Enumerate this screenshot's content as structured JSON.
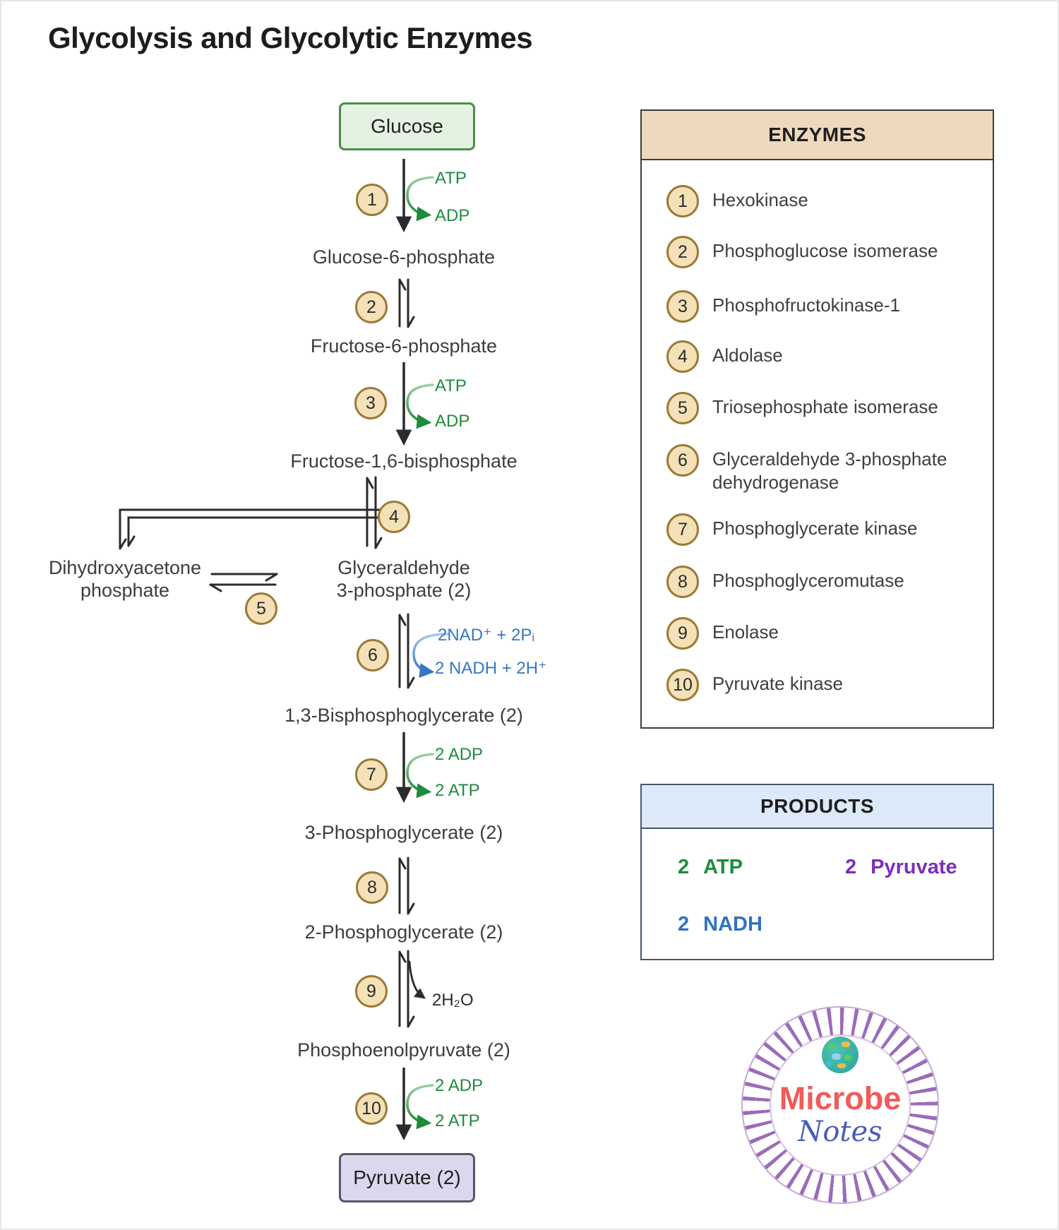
{
  "title": "Glycolysis and Glycolytic Enzymes",
  "pathway": {
    "glucose_box": "Glucose",
    "pyruvate_box": "Pyruvate (2)",
    "metabolites": {
      "g6p": "Glucose-6-phosphate",
      "f6p": "Fructose-6-phosphate",
      "f16bp": "Fructose-1,6-bisphosphate",
      "dhap_line1": "Dihydroxyacetone",
      "dhap_line2": "phosphate",
      "g3p_line1": "Glyceraldehyde",
      "g3p_line2": "3-phosphate (2)",
      "bpg13": "1,3-Bisphosphoglycerate (2)",
      "pg3": "3-Phosphoglycerate (2)",
      "pg2": "2-Phosphoglycerate (2)",
      "pep": "Phosphoenolpyruvate (2)"
    },
    "steps": {
      "s1": {
        "num": "1",
        "in": "ATP",
        "out": "ADP"
      },
      "s2": {
        "num": "2"
      },
      "s3": {
        "num": "3",
        "in": "ATP",
        "out": "ADP"
      },
      "s4": {
        "num": "4"
      },
      "s5": {
        "num": "5"
      },
      "s6": {
        "num": "6",
        "in": "2NAD⁺ + 2Pᵢ",
        "out": "2 NADH + 2H⁺"
      },
      "s7": {
        "num": "7",
        "in": "2 ADP",
        "out": "2 ATP"
      },
      "s8": {
        "num": "8"
      },
      "s9": {
        "num": "9",
        "out": "2H₂O"
      },
      "s10": {
        "num": "10",
        "in": "2 ADP",
        "out": "2 ATP"
      }
    }
  },
  "enzymes_panel": {
    "header": "ENZYMES",
    "items": [
      {
        "num": "1",
        "name": "Hexokinase"
      },
      {
        "num": "2",
        "name": "Phosphoglucose isomerase"
      },
      {
        "num": "3",
        "name": "Phosphofructokinase-1"
      },
      {
        "num": "4",
        "name": "Aldolase"
      },
      {
        "num": "5",
        "name": "Triosephosphate isomerase"
      },
      {
        "num": "6",
        "name": "Glyceraldehyde 3-phosphate dehydrogenase"
      },
      {
        "num": "7",
        "name": "Phosphoglycerate kinase"
      },
      {
        "num": "8",
        "name": "Phosphoglyceromutase"
      },
      {
        "num": "9",
        "name": "Enolase"
      },
      {
        "num": "10",
        "name": "Pyruvate kinase"
      }
    ]
  },
  "products_panel": {
    "header": "PRODUCTS",
    "items": [
      {
        "qty": "2",
        "name": "ATP",
        "color": "#1e8b3e"
      },
      {
        "qty": "2",
        "name": "Pyruvate",
        "color": "#7b2ebd"
      },
      {
        "qty": "2",
        "name": "NADH",
        "color": "#2f72c4"
      }
    ]
  },
  "logo": {
    "line1": "Microbe",
    "line2": "Notes"
  },
  "colors": {
    "atp_green": "#1f8b3c",
    "nadh_blue": "#3677c2",
    "pyruvate_purple": "#7b2ebd",
    "arrow_dark": "#2b2b2b",
    "step_circle_fill": "#f5e1b8",
    "step_circle_border": "#9b7a36",
    "enzymes_header_bg": "#eed9bd",
    "products_header_bg": "#dce9f8",
    "glucose_box_fill": "#e4f2e2",
    "glucose_box_border": "#4c8c4c",
    "pyruvate_box_fill": "#dcd7ec",
    "logo_red": "#f15b5b",
    "logo_blue": "#4a5cb8"
  }
}
